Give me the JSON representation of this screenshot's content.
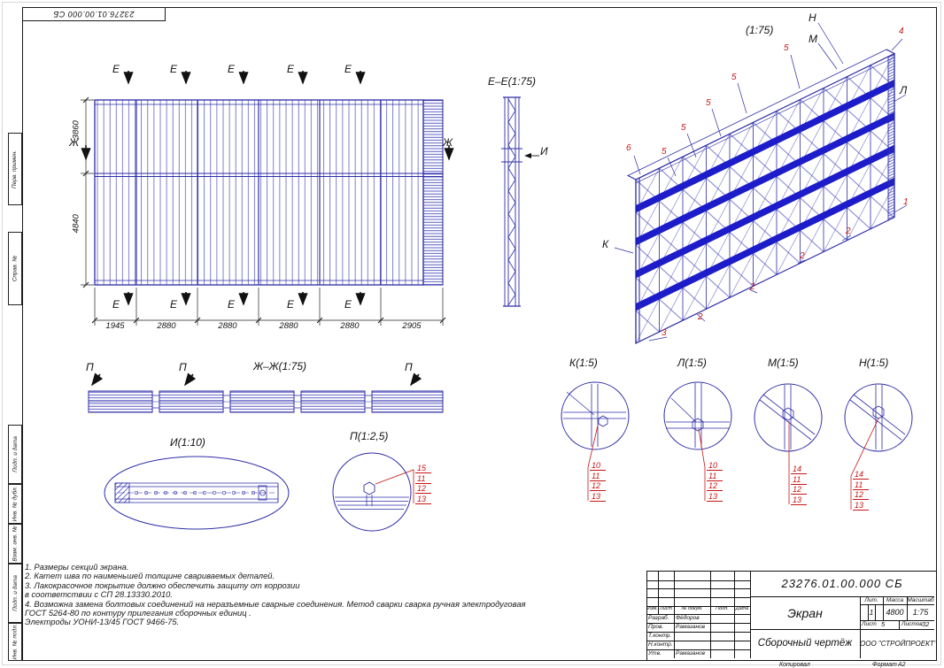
{
  "page": {
    "stamp_top": "23276.01.00.000 СБ",
    "copied_label": "Копировал",
    "format_label": "Формат",
    "format_value": "А2"
  },
  "margin_labels": [
    "Перв. примен.",
    "Справ. №",
    "Подп. и дата",
    "Инв. № дубл.",
    "Взам. инв. №",
    "Подп. и дата",
    "Инв. № подл."
  ],
  "front_view": {
    "section_letter": "Е",
    "cut_letter": "Ж",
    "dim_height_top": "3860",
    "dim_height_bottom": "4840",
    "dims_width": [
      "1945",
      "2880",
      "2880",
      "2880",
      "2880",
      "2905"
    ]
  },
  "section_ee": {
    "title": "Е–Е(1:75)",
    "detail_letter": "И"
  },
  "iso_view": {
    "title": "(1:75)",
    "letters": {
      "k": "К",
      "l": "Л",
      "m": "М",
      "n": "Н"
    },
    "pos": {
      "p1": "1",
      "p2": "2",
      "p3": "3",
      "p4": "4",
      "p5": "5",
      "p6": "6"
    }
  },
  "details": {
    "zh": {
      "title": "Ж–Ж(1:75)",
      "marker": "П"
    },
    "i": {
      "title": "И(1:10)"
    },
    "p": {
      "title": "П(1:2,5)",
      "callouts": [
        "15",
        "11",
        "12",
        "13"
      ]
    },
    "k": {
      "title": "К(1:5)",
      "callouts": [
        "10",
        "11",
        "12",
        "13"
      ]
    },
    "l": {
      "title": "Л(1:5)",
      "callouts": [
        "10",
        "11",
        "12",
        "13"
      ]
    },
    "m": {
      "title": "М(1:5)",
      "callouts": [
        "14",
        "11",
        "12",
        "13"
      ]
    },
    "n": {
      "title": "Н(1:5)",
      "callouts": [
        "14",
        "11",
        "12",
        "13"
      ]
    }
  },
  "notes": [
    "1. Размеры секций экрана.",
    "2. Катет шва по наименьшей толщине  свариваемых деталей.",
    "3. Лакокрасочное покрытие должно обеспечить защиту от коррозии",
    "в соответствии с  СП 28.13330.2010.",
    "4. Возможна замена болтовых соединений на неразъемные сварные соединения. Метод сварки  сварка ручная электродуговая",
    "ГОСТ 5264-80 по контуру прилегания сборочных единиц .",
    "Электроды УОНИ-13/45 ГОСТ 9466-75."
  ],
  "title_block": {
    "doc_number": "23276.01.00.000 СБ",
    "name": "Экран",
    "doc_type": "Сборочный чертёж",
    "company": "ООО \"СТРОЙПРОЕКТ\"",
    "hdr": {
      "izm": "Изм.",
      "list": "Лист",
      "doc": "№ докум.",
      "sign": "Подп.",
      "date": "Дата"
    },
    "roles": {
      "razrab": "Разраб.",
      "prov": "Пров.",
      "tkontr": "Т.контр.",
      "nkontr": "Н.контр.",
      "utv": "Утв."
    },
    "names": {
      "razrab": "Фёдоров",
      "prov": "Рамазанов",
      "utv": "Рамазанов"
    },
    "lit_label": "Лит.",
    "lit_value": "1",
    "mass_label": "Масса",
    "mass_value": "4800",
    "scale_label": "Масштаб",
    "scale_value": "1:75",
    "sheet_label": "Лист",
    "sheet_value": "5",
    "sheets_label": "Листов",
    "sheets_value": "32"
  }
}
